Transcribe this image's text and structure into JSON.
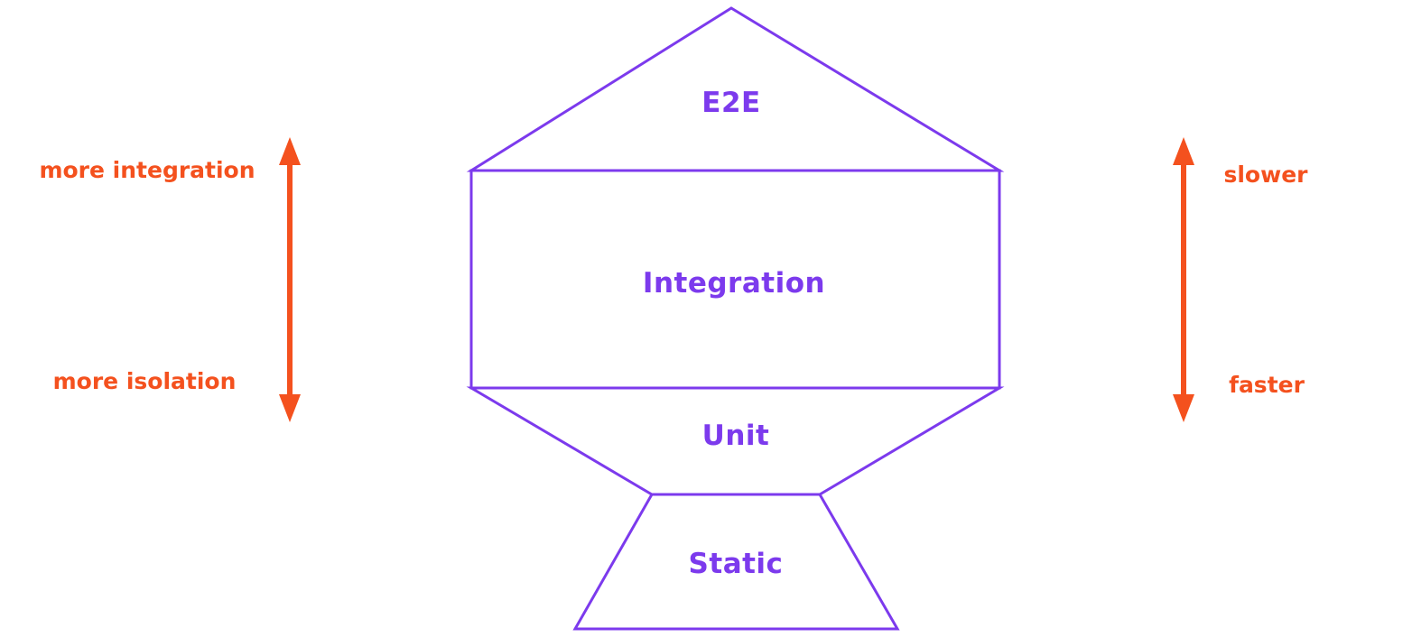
{
  "colors": {
    "purple": "#7C3AED",
    "orange": "#F4511E",
    "background": "#ffffff"
  },
  "trophy": {
    "layers": [
      {
        "label": "E2E"
      },
      {
        "label": "Integration"
      },
      {
        "label": "Unit"
      },
      {
        "label": "Static"
      }
    ]
  },
  "left_axis": {
    "top_label": "more integration",
    "bottom_label": "more isolation"
  },
  "right_axis": {
    "top_label": "slower",
    "bottom_label": "faster"
  }
}
